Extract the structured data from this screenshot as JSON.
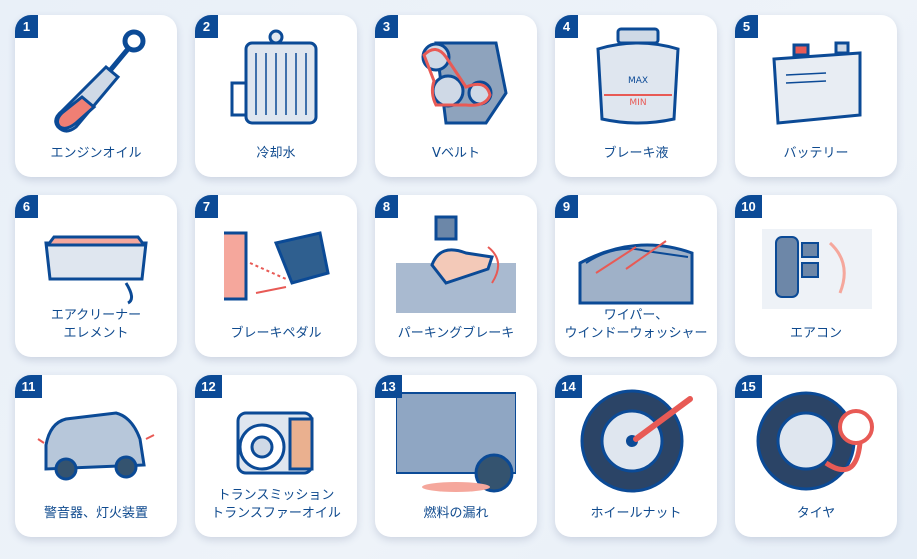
{
  "items": [
    {
      "number": "1",
      "label": "エンジンオイル",
      "icon": "dipstick-icon"
    },
    {
      "number": "2",
      "label": "冷却水",
      "icon": "radiator-icon"
    },
    {
      "number": "3",
      "label": "Vベルト",
      "icon": "v-belt-icon"
    },
    {
      "number": "4",
      "label": "ブレーキ液",
      "icon": "brake-fluid-reservoir-icon",
      "max": "MAX",
      "min": "MIN"
    },
    {
      "number": "5",
      "label": "バッテリー",
      "icon": "battery-icon"
    },
    {
      "number": "6",
      "label": "エアクリーナー\nエレメント",
      "icon": "air-filter-icon"
    },
    {
      "number": "7",
      "label": "ブレーキペダル",
      "icon": "brake-pedal-icon"
    },
    {
      "number": "8",
      "label": "パーキングブレーキ",
      "icon": "parking-brake-icon"
    },
    {
      "number": "9",
      "label": "ワイパー、\nウインドーウォッシャー",
      "icon": "wiper-icon"
    },
    {
      "number": "10",
      "label": "エアコン",
      "icon": "air-conditioner-icon"
    },
    {
      "number": "11",
      "label": "警音器、灯火装置",
      "icon": "car-lights-icon"
    },
    {
      "number": "12",
      "label": "トランスミッション\nトランスファーオイル",
      "icon": "transmission-icon"
    },
    {
      "number": "13",
      "label": "燃料の漏れ",
      "icon": "fuel-leak-icon"
    },
    {
      "number": "14",
      "label": "ホイールナット",
      "icon": "wheel-nut-icon"
    },
    {
      "number": "15",
      "label": "タイヤ",
      "icon": "tire-pressure-icon"
    }
  ],
  "colors": {
    "badge": "#0b4a96",
    "label": "#0f4a8e",
    "accent": "#e85a55"
  }
}
